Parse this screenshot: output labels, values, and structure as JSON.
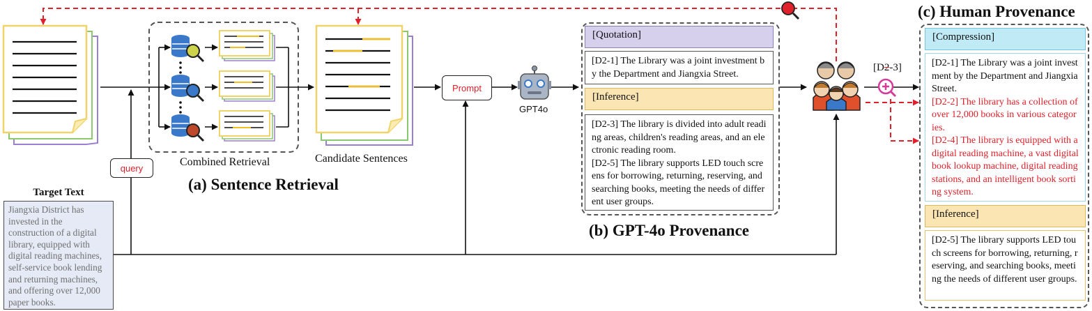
{
  "panels": {
    "a_title": "(a) Sentence Retrieval",
    "b_title": "(b) GPT-4o Provenance",
    "c_title": "(c) Human Provenance"
  },
  "labels": {
    "combined_retrieval": "Combined Retrieval",
    "candidate_sentences": "Candidate Sentences",
    "gpt": "GPT4o",
    "prompt": "Prompt",
    "query": "query",
    "id_tag_prefix": "[D",
    "id_tag_strike": "2",
    "id_tag_suffix": "-3]"
  },
  "target": {
    "title": "Target Text",
    "text": "Jiangxia District has invested in the construction of a digital library, equipped with digital reading machines, self-service book lending and returning machines, and offering over 12,000 paper books."
  },
  "gpt_provenance": {
    "quotation_head": "[Quotation]",
    "quotation_text": "[D2-1] The Library was a joint investment by the Department and Jiangxia Street.",
    "inference_head": "[Inference]",
    "inference_text_1": "[D2-3] The library is divided into adult reading areas, children's reading areas, and an electronic reading room.",
    "inference_text_2": "[D2-5] The library supports LED touch screens for borrowing, returning, reserving, and searching books, meeting the needs of different user groups."
  },
  "human_provenance": {
    "compression_head": "[Compression]",
    "compression_text_1": "[D2-1] The Library was a joint investment by the Department and Jiangxia Street.",
    "compression_text_2": "[D2-2] The library has a collection of over 12,000 books in various categories.",
    "compression_text_3": "[D2-4] The library is equipped with a digital reading machine, a vast digital book lookup machine, digital reading stations, and an intelligent book sorting system.",
    "inference_head": "[Inference]",
    "inference_text": "[D2-5] The library supports LED touch screens for borrowing, returning, reserving, and searching books, meeting the needs of different user groups."
  },
  "colors": {
    "quotation_bg": "#d6d0ec",
    "inference_bg": "#fbe6b3",
    "compression_bg": "#bfeaf6",
    "added_text": "#e0202a",
    "doc_border": "#f0d46a",
    "db_blue": "#3a79c9",
    "db_yellow": "#cdd34a",
    "db_red": "#c0482a"
  }
}
